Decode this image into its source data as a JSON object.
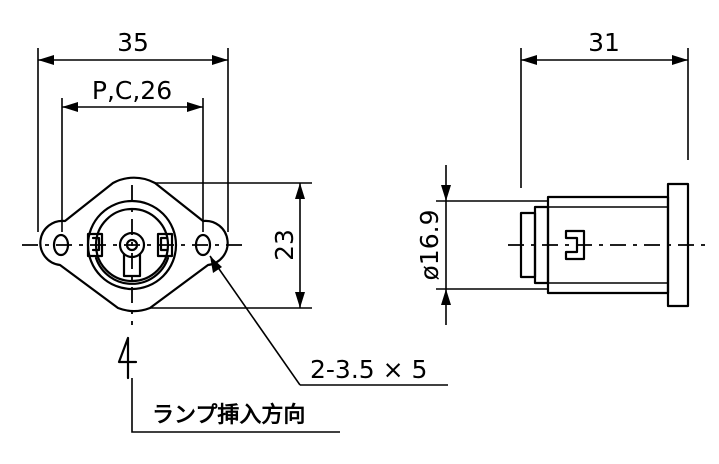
{
  "front_view": {
    "width_label": "35",
    "pitch_label": "P,C,26",
    "height_label": "23",
    "hole_label": "2-3.5 × 5",
    "lamp_direction_label": "ランプ挿入方向"
  },
  "side_view": {
    "length_label": "31",
    "diameter_label": "ø16.9"
  }
}
